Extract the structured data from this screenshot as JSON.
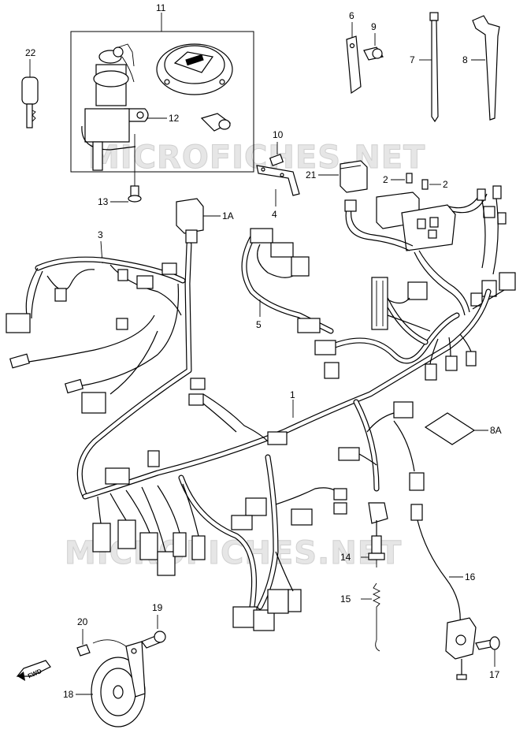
{
  "watermark": {
    "text_top": "MICROFICHES.NET",
    "text_bottom": "MICROFICHES.NET"
  },
  "labels": {
    "p1": "1",
    "p1A": "1A",
    "p2a": "2",
    "p2b": "2",
    "p3": "3",
    "p4": "4",
    "p5": "5",
    "p6": "6",
    "p7": "7",
    "p8": "8",
    "p8A": "8A",
    "p9": "9",
    "p10": "10",
    "p11": "11",
    "p12": "12",
    "p13": "13",
    "p14": "14",
    "p15": "15",
    "p16": "16",
    "p17": "17",
    "p18": "18",
    "p19": "19",
    "p20": "20",
    "p21": "21",
    "p22": "22"
  },
  "fwd_badge": "FWD",
  "icons": {
    "ignition_switch": "ignition-switch-icon",
    "fuel_cap": "fuel-cap-icon",
    "key": "key-icon",
    "horn": "horn-icon",
    "relay": "relay-icon",
    "fuse_box": "fuse-box-icon",
    "cable_tie": "cable-tie-icon",
    "bolt": "bolt-icon"
  }
}
